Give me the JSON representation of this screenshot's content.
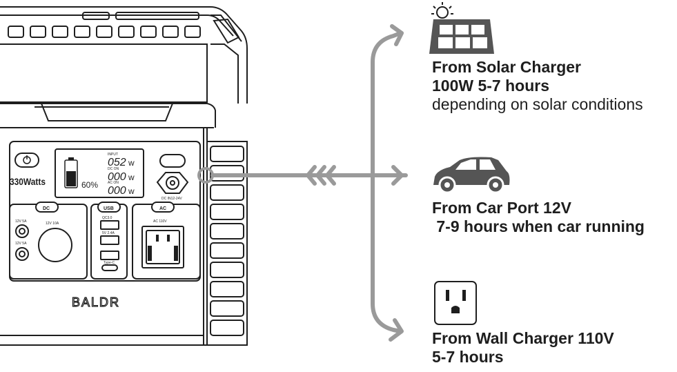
{
  "station": {
    "brand": "BALDR",
    "watts_badge": "330Watts",
    "battery_percent_text": "60%",
    "battery_level": 0.6,
    "lcd": {
      "input_label": "INPUT",
      "input_value": "052",
      "dc_label": "DC ON",
      "dc_value": "000",
      "ac_label": "AC ON",
      "ac_value": "000",
      "unit": "w"
    },
    "port_labels": {
      "dc_button": "DC",
      "usb_button": "USB",
      "ac_button": "AC",
      "car_port": "12V 10A",
      "dc_out_1": "12V 5A",
      "dc_out_2": "12V 5A",
      "qc": "QC3.0",
      "usb_a": "5V 2.4A",
      "type_c": "Type-C",
      "ac_out": "AC 110V",
      "dc_in": "DC IN12-24V"
    }
  },
  "sources": [
    {
      "icon": "solar-panel-icon",
      "title": "From Solar Charger",
      "line2": "100W  5-7 hours",
      "line3": "depending on solar conditions"
    },
    {
      "icon": "car-icon",
      "title": "From Car Port 12V",
      "line2": " 7-9 hours when car running"
    },
    {
      "icon": "wall-outlet-icon",
      "title": "From Wall Charger 110V",
      "line2": "5-7 hours"
    }
  ],
  "colors": {
    "cable": "#9a9a9a",
    "ink": "#1e1e1e",
    "icon_fill": "#555555"
  }
}
